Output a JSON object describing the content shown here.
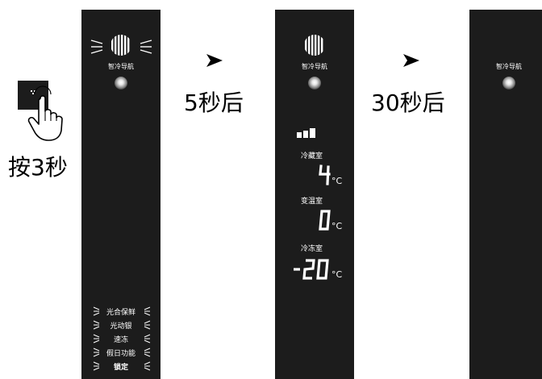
{
  "left": {
    "instruction": "按3秒"
  },
  "mode": {
    "label": "智冷导航"
  },
  "steps": [
    {
      "label": "5秒后"
    },
    {
      "label": "30秒后"
    }
  ],
  "compartments": [
    {
      "name": "冷藏室",
      "value": "4",
      "unit": "°C"
    },
    {
      "name": "变温室",
      "value": "0",
      "unit": "°C"
    },
    {
      "name": "冷冻室",
      "value": "-20",
      "unit": "°C"
    }
  ],
  "menu": {
    "items": [
      {
        "label": "光合保鲜"
      },
      {
        "label": "光动银"
      },
      {
        "label": "速冻"
      },
      {
        "label": "假日功能"
      },
      {
        "label": "锁定"
      }
    ]
  },
  "colors": {
    "panel": "#1c1c1c",
    "text": "#ffffff",
    "led": "#e6e6e6"
  },
  "icons": [
    "smart-cool-icon",
    "indicator-light-icon",
    "temp-bars-icon",
    "hand-pointer-icon",
    "arrow-right-icon"
  ]
}
